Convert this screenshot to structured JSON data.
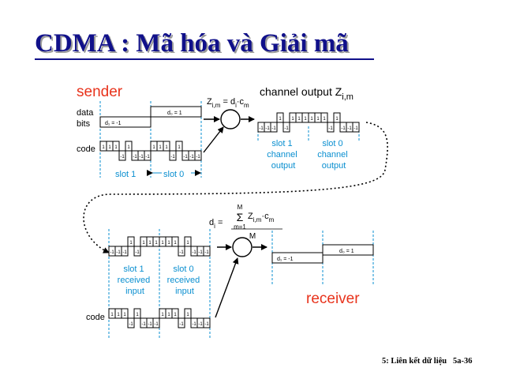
{
  "title": "CDMA : Mã hóa và Giải mã",
  "colors": {
    "title": "#10108a",
    "grid": "#0a8fd0",
    "accent": "#e8331c"
  },
  "sender": {
    "heading": "sender",
    "data_bits_label": [
      "data",
      "bits"
    ],
    "code_label": "code",
    "d1": "d₁ = -1",
    "d0": "d₀ = 1",
    "slot1": "slot 1",
    "slot0": "slot 0",
    "code_chips": [
      1,
      1,
      1,
      -1,
      1,
      -1,
      -1,
      -1
    ],
    "encoding_eq": [
      "Z",
      "i,m",
      " = d",
      "i",
      "·c",
      "m"
    ]
  },
  "channel": {
    "heading": [
      "channel output Z",
      "i,m"
    ],
    "output_chips": [
      -1,
      -1,
      -1,
      1,
      -1,
      1,
      1,
      1,
      1,
      1,
      1,
      -1,
      1,
      -1,
      -1,
      -1
    ],
    "slot1_label": [
      "slot 1",
      "channel",
      "output"
    ],
    "slot0_label": [
      "slot 0",
      "channel",
      "output"
    ]
  },
  "receiver": {
    "heading": "receiver",
    "received_chips": [
      -1,
      -1,
      -1,
      1,
      -1,
      1,
      1,
      1,
      1,
      1,
      1,
      -1,
      1,
      -1,
      -1,
      -1
    ],
    "slot1_label": [
      "slot 1",
      "received",
      "input"
    ],
    "slot0_label": [
      "slot 0",
      "received",
      "input"
    ],
    "code_label": "code",
    "code_chips": [
      1,
      1,
      1,
      -1,
      1,
      -1,
      -1,
      -1
    ],
    "decoding_eq": {
      "lhs": "d",
      "lhs_sub": "i",
      "eq": " = ",
      "sum_top": "M",
      "sum_bottom": "m=1",
      "term": "Z",
      "term_sub": "i,m",
      "dot": "·c",
      "dot_sub": "m",
      "denominator": "M"
    },
    "d1": "d₁ = -1",
    "d0": "d₀ = 1"
  },
  "footer": {
    "chapter": "5: Liên kết dữ liệu",
    "page": "5a-36"
  }
}
